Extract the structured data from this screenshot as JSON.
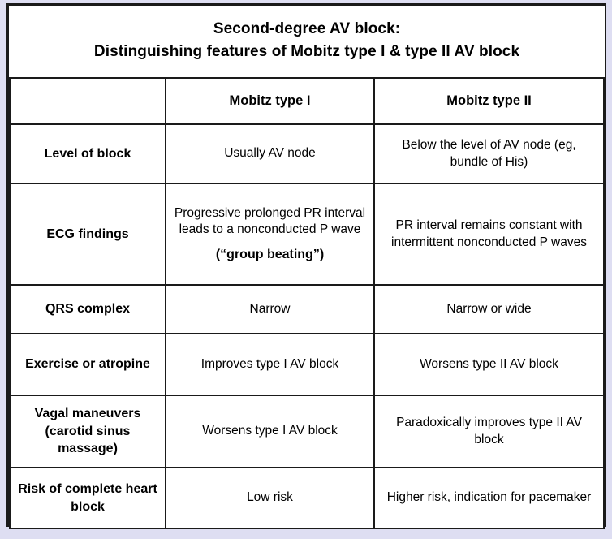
{
  "title": {
    "line1": "Second-degree AV block:",
    "line2": "Distinguishing features of Mobitz type I & type II AV block"
  },
  "columns": {
    "label_header": "",
    "type1": "Mobitz type I",
    "type2": "Mobitz type II"
  },
  "rows": [
    {
      "label": "Level of block",
      "type1": "Usually AV node",
      "type2": "Below the level of AV node (eg, bundle of His)",
      "type1_emphasis": "",
      "type2_emphasis": ""
    },
    {
      "label": "ECG findings",
      "type1": "Progressive prolonged PR interval leads to a nonconducted P wave",
      "type1_emphasis": "(“group beating”)",
      "type2": "PR interval remains constant with intermittent nonconducted P waves",
      "type2_emphasis": ""
    },
    {
      "label": "QRS complex",
      "type1": "Narrow",
      "type2": "Narrow or wide",
      "type1_emphasis": "",
      "type2_emphasis": ""
    },
    {
      "label": "Exercise or atropine",
      "type1": "Improves type I AV block",
      "type2": "Worsens type II AV block",
      "type1_emphasis": "",
      "type2_emphasis": ""
    },
    {
      "label": "Vagal maneuvers (carotid sinus massage)",
      "type1": "Worsens type I AV block",
      "type2": "Paradoxically improves type II AV block",
      "type1_emphasis": "",
      "type2_emphasis": ""
    },
    {
      "label": "Risk of complete heart block",
      "type1": "Low risk",
      "type2": "Higher risk, indication for pacemaker",
      "type1_emphasis": "",
      "type2_emphasis": ""
    }
  ],
  "colors": {
    "page_background": "#dedef2",
    "table_background": "#ffffff",
    "border": "#1a1a1a",
    "text": "#000000"
  }
}
